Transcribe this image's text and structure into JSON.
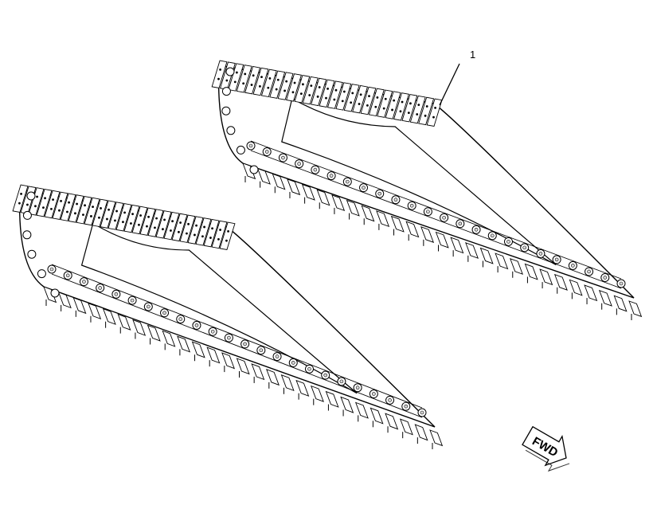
{
  "illustration": {
    "subject": "track-chain-assembly-pair",
    "tracks": [
      {
        "name": "left-track"
      },
      {
        "name": "right-track"
      }
    ],
    "callout": {
      "label": "1"
    },
    "direction_arrow": {
      "label": "FWD",
      "icon": "forward-arrow-icon"
    },
    "colors": {
      "line": "#000000",
      "fill": "#ffffff",
      "shade": "#d9d9d9"
    }
  }
}
